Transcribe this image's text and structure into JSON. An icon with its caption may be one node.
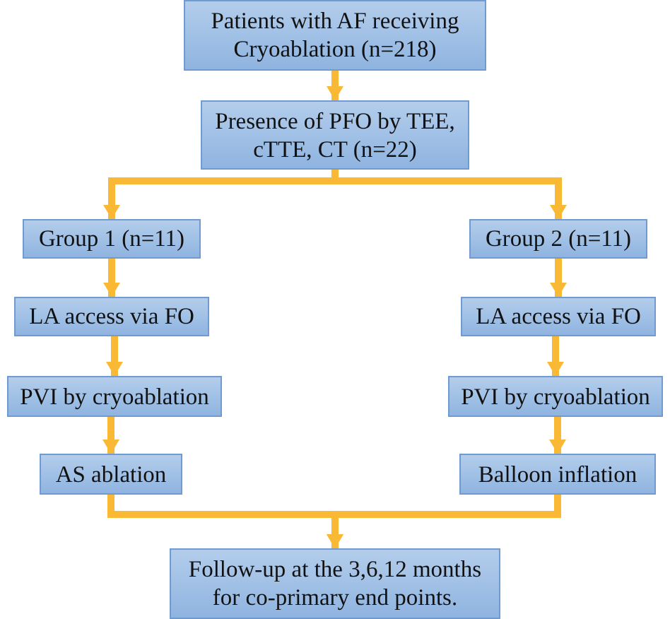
{
  "diagram": {
    "nodes": [
      {
        "text": [
          "Patients with AF receiving Cryoablation (n=218)"
        ]
      },
      {
        "text": [
          "Presence of PFO by TEE, cTTE, CT (n=22)"
        ]
      },
      {
        "text": [
          "Group 1 (n=11)"
        ]
      },
      {
        "text": [
          "Group 2 (n=11)"
        ]
      },
      {
        "text": [
          "LA access via FO"
        ]
      },
      {
        "text": [
          "LA access via FO"
        ]
      },
      {
        "text": [
          "PVI by cryoablation"
        ]
      },
      {
        "text": [
          "PVI by cryoablation"
        ]
      },
      {
        "text": [
          "AS ablation"
        ]
      },
      {
        "text": [
          "Balloon inflation"
        ]
      },
      {
        "text": [
          "Follow-up at the 3,6,12 months for co-primary end points."
        ]
      }
    ],
    "edges": [
      {
        "from": 0,
        "to": 1,
        "arrow": "to"
      },
      {
        "from": 1,
        "to": 2,
        "arrow": "to"
      },
      {
        "from": 1,
        "to": 3,
        "arrow": "to"
      },
      {
        "from": 2,
        "to": 4,
        "arrow": "to"
      },
      {
        "from": 4,
        "to": 6,
        "arrow": "to"
      },
      {
        "from": 6,
        "to": 8,
        "arrow": "to"
      },
      {
        "from": 3,
        "to": 5,
        "arrow": "to"
      },
      {
        "from": 5,
        "to": 7,
        "arrow": "to"
      },
      {
        "from": 7,
        "to": 9,
        "arrow": "to"
      },
      {
        "from": 8,
        "to": 10,
        "arrow": "to"
      },
      {
        "from": 9,
        "to": 10,
        "arrow": "to"
      }
    ]
  }
}
